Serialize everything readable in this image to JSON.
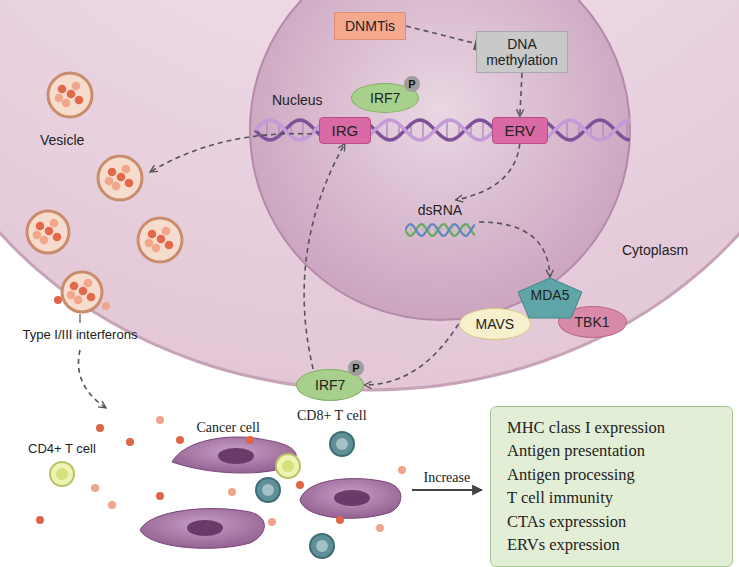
{
  "diagram": {
    "nodes": [
      {
        "text": [
          "Nucleus"
        ]
      },
      {
        "text": [
          "DNMTis"
        ],
        "in": 0
      },
      {
        "text": [
          "DNA methylation"
        ],
        "in": 0
      },
      {
        "text": [
          "IRF7"
        ],
        "in": 0
      },
      {
        "text": [
          "IRG"
        ],
        "in": 0
      },
      {
        "text": [
          "ERV"
        ],
        "in": 0
      },
      {
        "text": [
          "dsRNA"
        ],
        "in": 0
      },
      {
        "text": [
          "MDA5"
        ]
      },
      {
        "text": [
          "MAVS"
        ]
      },
      {
        "text": [
          "TBK1"
        ]
      },
      {
        "text": [
          "IRF7"
        ]
      },
      {
        "text": [
          "MHC class I expression",
          "Antigen presentation",
          "Antigen processing",
          "T cell immunity",
          "CTAs expresssion",
          "ERVs expression"
        ]
      }
    ],
    "edges": [
      {
        "from": 1,
        "to": 2,
        "arrow": "to"
      },
      {
        "from": 2,
        "to": 5,
        "arrow": "to"
      },
      {
        "from": 5,
        "to": 6,
        "arrow": "to"
      },
      {
        "from": 6,
        "to": 7,
        "arrow": "to"
      },
      {
        "from": 8,
        "to": 10,
        "arrow": "to"
      },
      {
        "from": 10,
        "to": 4,
        "arrow": "to"
      }
    ],
    "labels": [
      "P",
      "P",
      "Vesicle",
      "Cytoplasm",
      "Type I/III interferons",
      "CD4+ T cell",
      "Cancer cell",
      "CD8+ T cell",
      "Increase"
    ]
  }
}
